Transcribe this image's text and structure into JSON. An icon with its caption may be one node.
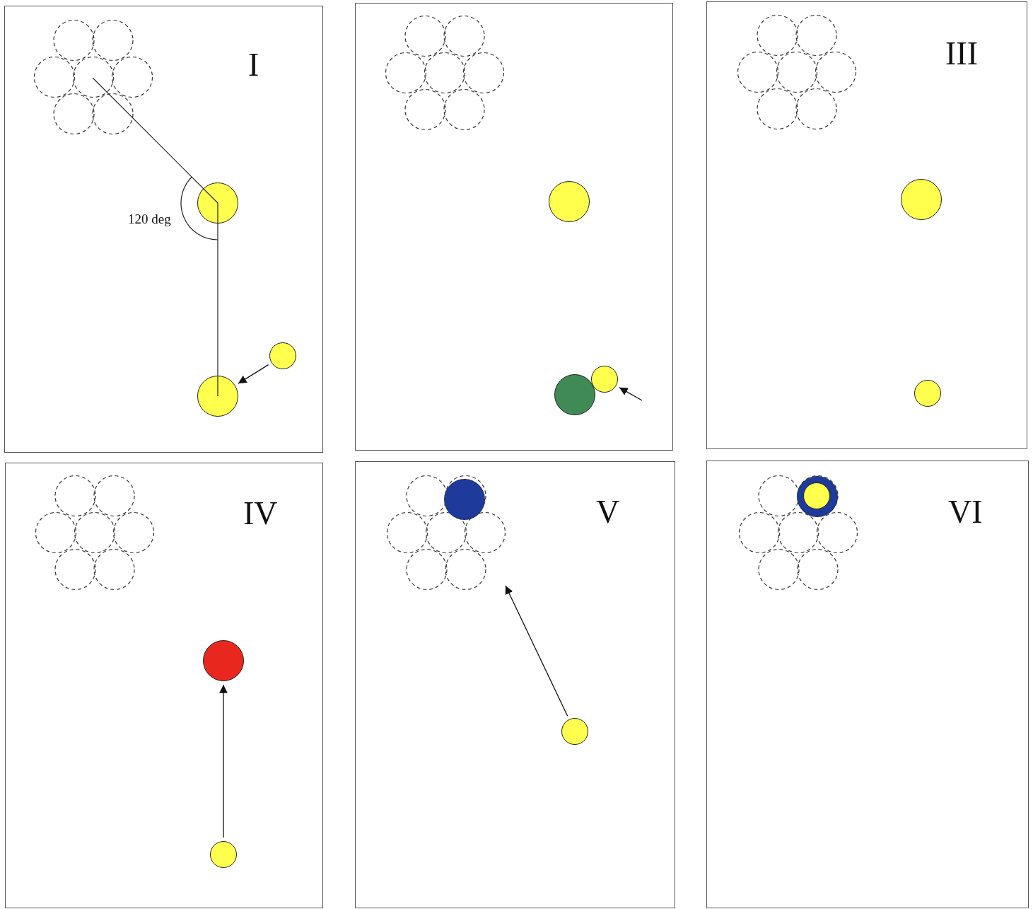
{
  "diagram": {
    "nodes": [
      {
        "text": [
          "I"
        ]
      },
      {
        "text": [],
        "shape": "circle",
        "in": 0
      },
      {
        "text": [],
        "shape": "circle",
        "in": 0
      },
      {
        "text": [],
        "shape": "circle",
        "in": 0
      },
      {
        "text": [],
        "shape": "box"
      },
      {
        "text": [],
        "shape": "circle",
        "in": 4
      },
      {
        "text": [],
        "shape": "circle",
        "in": 4
      },
      {
        "text": [],
        "shape": "circle",
        "in": 4
      },
      {
        "text": [
          "III"
        ]
      },
      {
        "text": [],
        "shape": "circle",
        "in": 8
      },
      {
        "text": [],
        "shape": "circle",
        "in": 8
      },
      {
        "text": [
          "IV"
        ]
      },
      {
        "text": [],
        "shape": "circle",
        "in": 11
      },
      {
        "text": [],
        "shape": "circle",
        "in": 11
      },
      {
        "text": [
          "V"
        ]
      },
      {
        "text": [],
        "shape": "circle",
        "in": 14
      },
      {
        "text": [],
        "shape": "circle",
        "in": 14
      },
      {
        "text": [
          "VI"
        ]
      },
      {
        "text": [],
        "shape": "circle",
        "in": 17
      },
      {
        "text": [],
        "shape": "circle",
        "in": 18
      }
    ],
    "edges": [
      {
        "from": 2,
        "to": 3,
        "arrow": "to"
      },
      {
        "from": null,
        "to": 7,
        "arrow": "to"
      },
      {
        "from": 13,
        "to": 12,
        "arrow": "to"
      },
      {
        "from": 16,
        "to": null,
        "arrow": "to"
      }
    ],
    "labels": [
      "120 deg"
    ]
  }
}
